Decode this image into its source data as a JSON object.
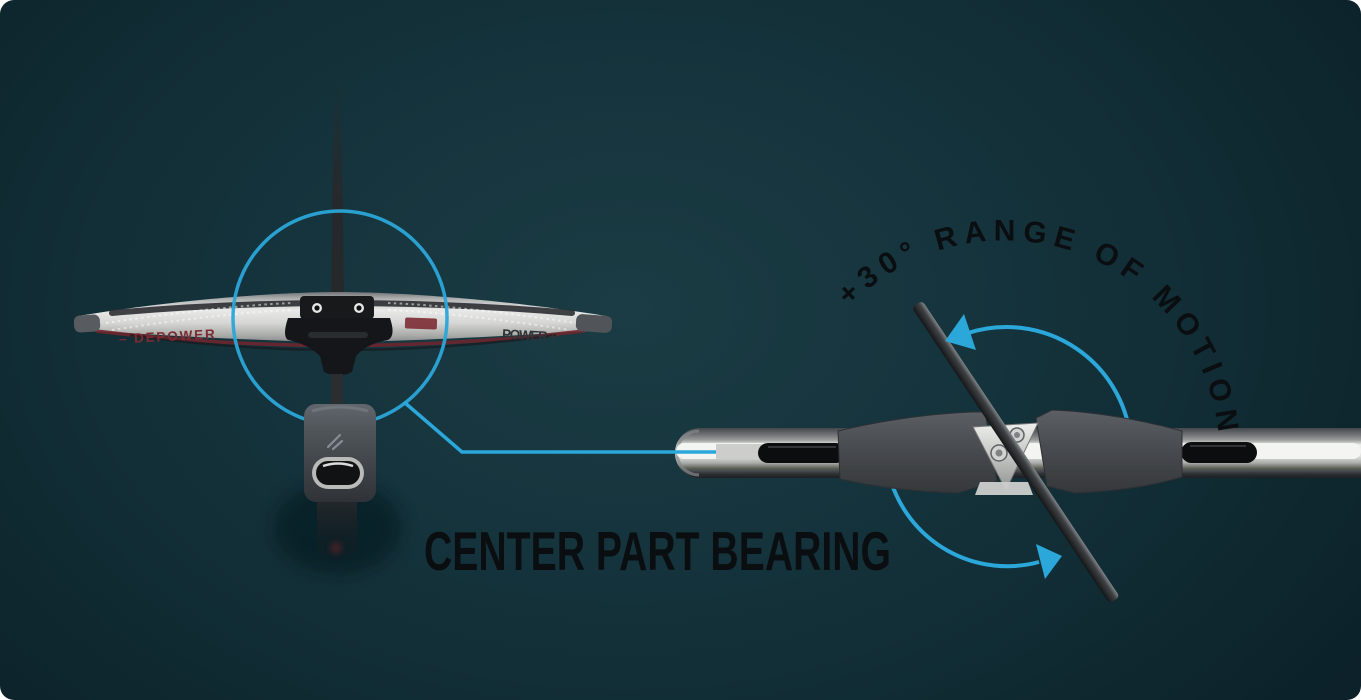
{
  "illustration": {
    "title": "CENTER PART BEARING",
    "arc_label": "+30° RANGE OF MOTION",
    "bar_left_marking": "– DEPOWER",
    "bar_right_marking": "POWER +",
    "accent_color": "#2ba7d9",
    "label_color": "#0b0e10",
    "background_color": "#12303a",
    "depower_marking_color": "#7d2b33",
    "power_marking_color": "#2f3438"
  }
}
